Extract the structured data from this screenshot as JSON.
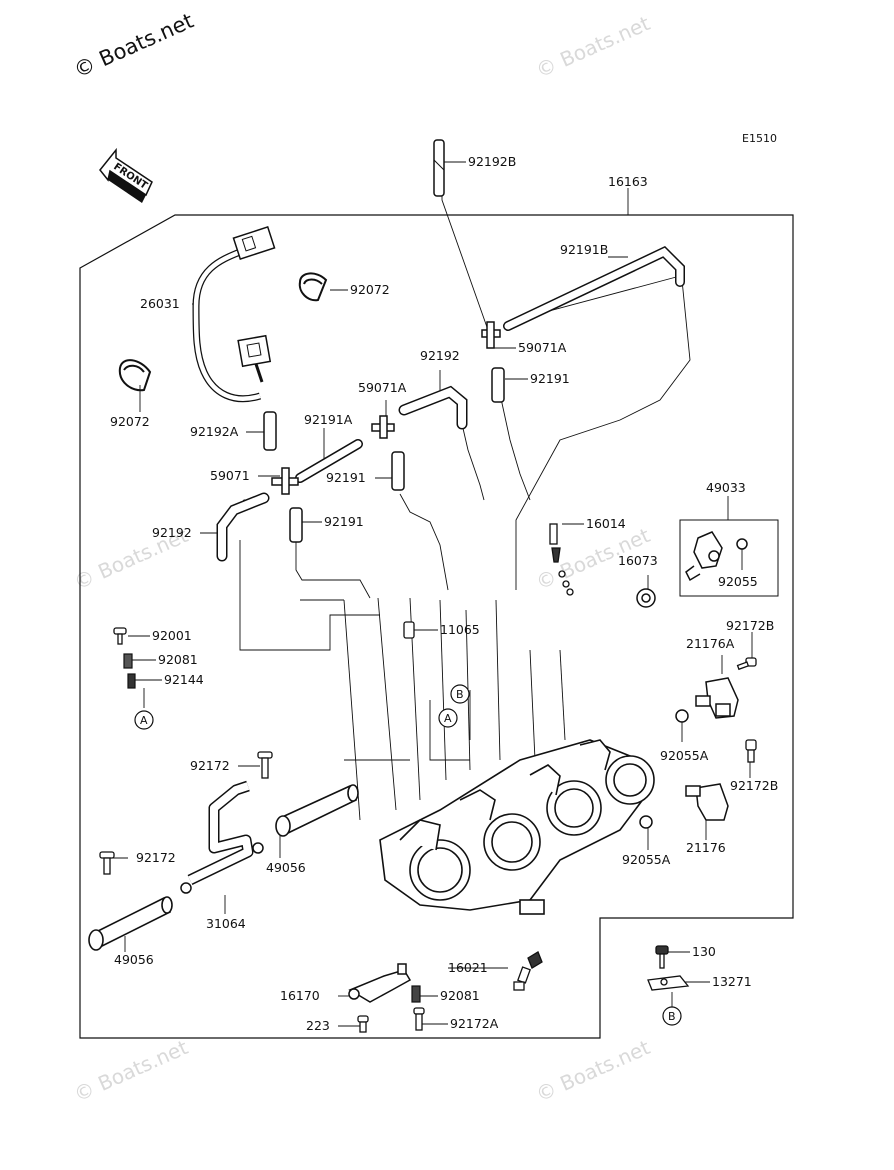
{
  "diagram_code": "E1510",
  "watermarks": {
    "top_left": "© Boats.net",
    "faint": "© Boats.net"
  },
  "front_arrow": "FRONT",
  "reference_letters": {
    "a": "A",
    "b": "B"
  },
  "part_labels": [
    {
      "id": "p-92192b",
      "text": "92192B"
    },
    {
      "id": "p-16163",
      "text": "16163"
    },
    {
      "id": "p-92191b",
      "text": "92191B"
    },
    {
      "id": "p-26031",
      "text": "26031"
    },
    {
      "id": "p-92072-top",
      "text": "92072"
    },
    {
      "id": "p-92072-left",
      "text": "92072"
    },
    {
      "id": "p-59071a-right",
      "text": "59071A"
    },
    {
      "id": "p-92191-right",
      "text": "92191"
    },
    {
      "id": "p-92192-mid",
      "text": "92192"
    },
    {
      "id": "p-59071a-mid",
      "text": "59071A"
    },
    {
      "id": "p-92192a",
      "text": "92192A"
    },
    {
      "id": "p-92191a",
      "text": "92191A"
    },
    {
      "id": "p-59071",
      "text": "59071"
    },
    {
      "id": "p-92191-mid",
      "text": "92191"
    },
    {
      "id": "p-92192-left",
      "text": "92192"
    },
    {
      "id": "p-92191-low",
      "text": "92191"
    },
    {
      "id": "p-49033",
      "text": "49033"
    },
    {
      "id": "p-16014",
      "text": "16014"
    },
    {
      "id": "p-16073",
      "text": "16073"
    },
    {
      "id": "p-92055",
      "text": "92055"
    },
    {
      "id": "p-92001",
      "text": "92001"
    },
    {
      "id": "p-11065",
      "text": "11065"
    },
    {
      "id": "p-92081-left",
      "text": "92081"
    },
    {
      "id": "p-92144",
      "text": "92144"
    },
    {
      "id": "p-92172b-top",
      "text": "92172B"
    },
    {
      "id": "p-21176a",
      "text": "21176A"
    },
    {
      "id": "p-92172-top",
      "text": "92172"
    },
    {
      "id": "p-92055a-top",
      "text": "92055A"
    },
    {
      "id": "p-92172b-low",
      "text": "92172B"
    },
    {
      "id": "p-49056-mid",
      "text": "49056"
    },
    {
      "id": "p-92172-low",
      "text": "92172"
    },
    {
      "id": "p-31064",
      "text": "31064"
    },
    {
      "id": "p-49056-low",
      "text": "49056"
    },
    {
      "id": "p-92055a-low",
      "text": "92055A"
    },
    {
      "id": "p-21176",
      "text": "21176"
    },
    {
      "id": "p-16021",
      "text": "16021"
    },
    {
      "id": "p-130",
      "text": "130"
    },
    {
      "id": "p-16170",
      "text": "16170"
    },
    {
      "id": "p-92081-low",
      "text": "92081"
    },
    {
      "id": "p-13271",
      "text": "13271"
    },
    {
      "id": "p-223",
      "text": "223"
    },
    {
      "id": "p-92172a",
      "text": "92172A"
    }
  ]
}
